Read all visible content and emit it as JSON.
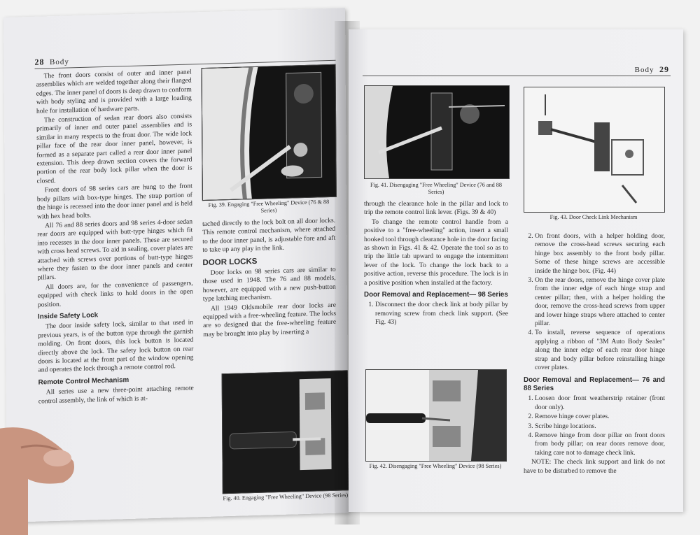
{
  "left_page": {
    "page_number": "28",
    "section": "Body",
    "paragraphs": [
      "The front doors consist of outer and inner panel assemblies which are welded together along their flanged edges. The inner panel of doors is deep drawn to conform with body styling and is provided with a large loading hole for installation of hardware parts.",
      "The construction of sedan rear doors also consists primarily of inner and outer panel assemblies and is similar in many respects to the front door. The wide lock pillar face of the rear door inner panel, however, is formed as a separate part called a rear door inner panel extension. This deep drawn section covers the forward portion of the rear body lock pillar when the door is closed.",
      "Front doors of 98 series cars are hung to the front body pillars with box-type hinges. The strap portion of the hinge is recessed into the door inner panel and is held with hex head bolts.",
      "All 76 and 88 series doors and 98 series 4-door sedan rear doors are equipped with butt-type hinges which fit into recesses in the door inner panels. These are secured with cross head screws. To aid in sealing, cover plates are attached with screws over portions of butt-type hinges where they fasten to the door inner panels and center pillars.",
      "All doors are, for the convenience of passengers, equipped with check links to hold doors in the open position."
    ],
    "inside_safety_lock_heading": "Inside Safety Lock",
    "inside_safety_lock_text": "The door inside safety lock, similar to that used in previous years, is of the button type through the garnish molding. On front doors, this lock button is located directly above the lock. The safety lock button on rear doors is located at the front part of the window opening and operates the lock through a remote control rod.",
    "remote_control_heading": "Remote Control Mechanism",
    "remote_control_text": "All series use a new three-point attaching remote control assembly, the link of which is at-",
    "fig39_caption": "Fig. 39. Engaging \"Free Wheeling\" Device (76 & 88 Series)",
    "col2_text": "tached directly to the lock bolt on all door locks. This remote control mechanism, where attached to the door inner panel, is adjustable fore and aft to take up any play in the link.",
    "door_locks_heading": "DOOR LOCKS",
    "door_locks_p1": "Door locks on 98 series cars are similar to those used in 1948. The 76 and 88 models, however, are equipped with a new push-button type latching mechanism.",
    "door_locks_p2": "All 1949 Oldsmobile rear door locks are equipped with a free-wheeling feature. The locks are so designed that the free-wheeling feature may be brought into play by inserting a",
    "fig40_caption": "Fig. 40. Engaging \"Free Wheeling\" Device (98 Series)"
  },
  "right_page": {
    "page_number": "29",
    "section": "Body",
    "fig41_caption": "Fig. 41. Disengaging \"Free Wheeling\" Device (76 and 88 Series)",
    "fig43_caption": "Fig. 43. Door Check Link Mechanism",
    "col1_p1": "through the clearance hole in the pillar and lock to trip the remote control link lever. (Figs. 39 & 40)",
    "col1_p2": "To change the remote control handle from a positive to a \"free-wheeling\" action, insert a small hooked tool through clearance hole in the door facing as shown in Figs. 41 & 42. Operate the tool so as to trip the little tab upward to engage the intermittent lever of the lock. To change the lock back to a positive action, reverse this procedure. The lock is in a positive position when installed at the factory.",
    "door_removal_98_heading": "Door Removal and Replacement— 98 Series",
    "door_removal_98_steps": [
      "Disconnect the door check link at body pillar by removing screw from check link support. (See Fig. 43)"
    ],
    "fig42_caption": "Fig. 42. Disengaging \"Free Wheeling\" Device (98 Series)",
    "col2_steps": [
      "On front doors, with a helper holding door, remove the cross-head screws securing each hinge box assembly to the front body pillar. Some of these hinge screws are accessible inside the hinge box. (Fig. 44)",
      "On the rear doors, remove the hinge cover plate from the inner edge of each hinge strap and center pillar; then, with a helper holding the door, remove the cross-head screws from upper and lower hinge straps where attached to center pillar.",
      "To install, reverse sequence of operations applying a ribbon of \"3M Auto Body Sealer\" along the inner edge of each rear door hinge strap and body pillar before reinstalling hinge cover plates."
    ],
    "door_removal_76_heading": "Door Removal and Replacement— 76 and 88 Series",
    "door_removal_76_steps": [
      "Loosen door front weatherstrip retainer (front door only).",
      "Remove hinge cover plates.",
      "Scribe hinge locations.",
      "Remove hinge from door pillar on front doors from body pillar; on rear doors remove door, taking care not to damage check link."
    ],
    "note_text": "NOTE: The check link support and link do not have to be disturbed to remove the"
  }
}
